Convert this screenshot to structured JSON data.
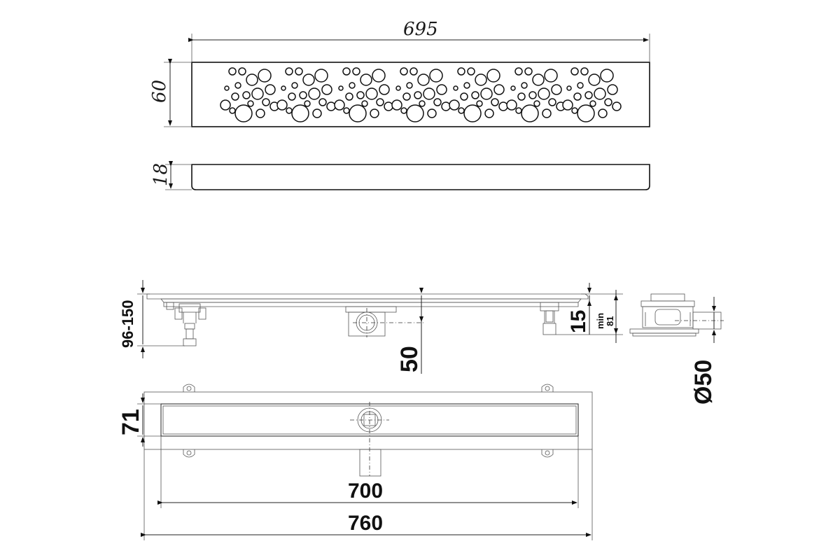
{
  "top_view": {
    "width_label": "695",
    "height_label": "60"
  },
  "side_view": {
    "thickness_label": "18"
  },
  "install_view": {
    "height_range_label": "96-150",
    "outlet_drop_label": "50",
    "side_height_label": "15",
    "min_label": "min",
    "min_value_label": "81",
    "pipe_diameter_label": "Ø50"
  },
  "plan_view": {
    "channel_width_label": "71",
    "inner_length_label": "700",
    "outer_length_label": "760"
  },
  "colors": {
    "line": "#222222",
    "background": "#ffffff"
  }
}
